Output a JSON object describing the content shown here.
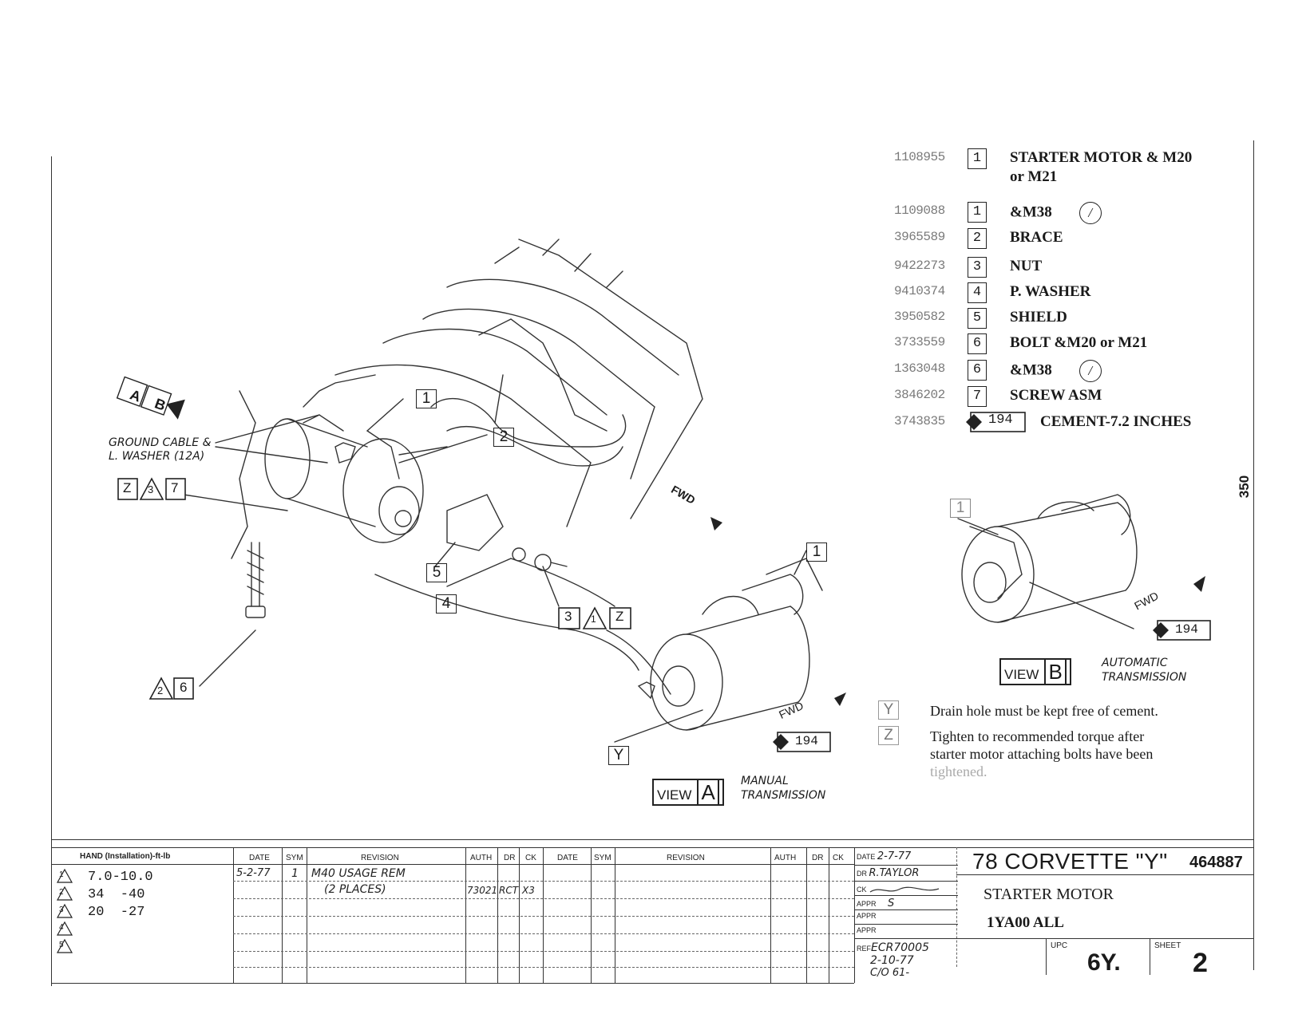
{
  "parts_list": [
    {
      "part_no": "1108955",
      "index": "1",
      "desc": "STARTER MOTOR & M20",
      "desc2": "or M21",
      "note": ""
    },
    {
      "part_no": "1109088",
      "index": "1",
      "desc": "&M38",
      "desc2": "",
      "note": "/"
    },
    {
      "part_no": "3965589",
      "index": "2",
      "desc": "BRACE",
      "desc2": "",
      "note": ""
    },
    {
      "part_no": "9422273",
      "index": "3",
      "desc": "NUT",
      "desc2": "",
      "note": ""
    },
    {
      "part_no": "9410374",
      "index": "4",
      "desc": "P. WASHER",
      "desc2": "",
      "note": ""
    },
    {
      "part_no": "3950582",
      "index": "5",
      "desc": "SHIELD",
      "desc2": "",
      "note": ""
    },
    {
      "part_no": "3733559",
      "index": "6",
      "desc": "BOLT &M20 or M21",
      "desc2": "",
      "note": ""
    },
    {
      "part_no": "1363048",
      "index": "6",
      "desc": "&M38",
      "desc2": "",
      "note": "/"
    },
    {
      "part_no": "3846202",
      "index": "7",
      "desc": "SCREW ASM",
      "desc2": "",
      "note": ""
    },
    {
      "part_no": "3743835",
      "index": "194",
      "desc": "CEMENT-7.2 INCHES",
      "desc2": "",
      "note": ""
    }
  ],
  "engine_label": "350",
  "callouts": {
    "ground_cable": "GROUND CABLE &",
    "ground_cable2": "L. WASHER (12A)",
    "fwd": "FWD",
    "view_word": "VIEW",
    "view_a": "A",
    "view_b": "B",
    "manual": "MANUAL",
    "automatic": "AUTOMATIC",
    "transmission": "TRANSMISSION",
    "cement_ref": "194",
    "c1": "1",
    "c2": "2",
    "c3": "3",
    "c4": "4",
    "c5": "5",
    "c6": "6",
    "c7": "7",
    "z": "Z",
    "y": "Y",
    "a": "A",
    "b": "B"
  },
  "notes": {
    "y_label": "Y",
    "y_text": "Drain hole must be kept free of cement.",
    "z_label": "Z",
    "z_text1": "Tighten to recommended torque after",
    "z_text2": "starter motor attaching bolts have been",
    "z_text3": "tightened."
  },
  "torque": {
    "header": "HAND (Installation)-ft-lb",
    "rows": [
      {
        "mark": "1",
        "value": "7.0-10.0"
      },
      {
        "mark": "2",
        "value": "34  -40"
      },
      {
        "mark": "3",
        "value": "20  -27"
      },
      {
        "mark": "4",
        "value": ""
      },
      {
        "mark": "5",
        "value": ""
      }
    ]
  },
  "revision_block": {
    "headers": [
      "DATE",
      "SYM",
      "REVISION",
      "AUTH",
      "DR",
      "CK",
      "DATE",
      "SYM",
      "REVISION",
      "AUTH",
      "DR",
      "CK"
    ],
    "entry_date": "5-2-77",
    "entry_sym": "1",
    "entry_rev1": "M40 USAGE REM",
    "entry_rev2": "(2 PLACES)",
    "entry_auth": "73021",
    "entry_dr": "RCT",
    "entry_ck": "X3"
  },
  "title_block": {
    "date_label": "DATE",
    "date_value": "2-7-77",
    "dr_label": "DR",
    "dr_value": "R.TAYLOR",
    "ck_label": "CK",
    "ck_value": "",
    "appr_label": "APPR",
    "appr_value": "S",
    "appr2_label": "APPR",
    "appr3_label": "APPR",
    "ref_label": "REF",
    "ref_value": "ECR70005",
    "ref_value2": "2-10-77",
    "ref_value3": "C/O 61-",
    "model": "78 CORVETTE \"Y\"",
    "drawing_no": "464887",
    "title": "STARTER MOTOR",
    "subtitle": "1YA00 ALL",
    "upc_label": "UPC",
    "upc_value": "6Y.",
    "sheet_label": "SHEET",
    "sheet_value": "2"
  }
}
